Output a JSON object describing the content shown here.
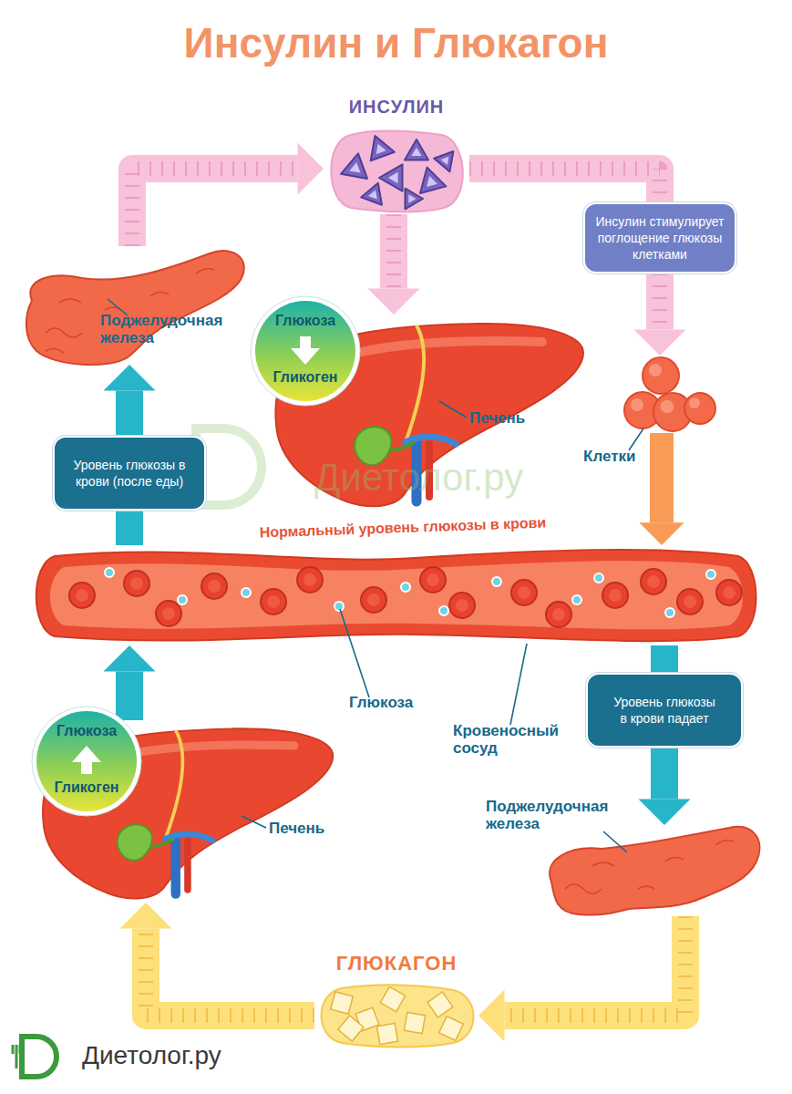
{
  "diagram": {
    "title": "Инсулин и Глюкагон",
    "nodes": [
      {
        "text": [
          "ИНСУЛИН"
        ]
      },
      {
        "text": [
          "Поджелудочная железа"
        ]
      },
      {
        "text": [
          "Печень"
        ]
      },
      {
        "text": [
          "Глюкоза",
          "Гликоген"
        ],
        "in": 2
      },
      {
        "text": [
          "Инсулин стимулирует поглощение глюкозы клетками"
        ]
      },
      {
        "text": [
          "Клетки"
        ]
      },
      {
        "text": [
          "Уровень глюкозы в крови (после еды)"
        ]
      },
      {
        "text": [
          "Нормальный уровень глюкозы в крови",
          "Кровеносный сосуд"
        ]
      },
      {
        "text": [
          "Уровень глюкозы в крови падает"
        ]
      },
      {
        "text": [
          "Печень"
        ]
      },
      {
        "text": [
          "Глюкоза",
          "Гликоген"
        ],
        "in": 9
      },
      {
        "text": [
          "Поджелудочная железа"
        ]
      },
      {
        "text": [
          "ГЛЮКАГОН"
        ]
      }
    ],
    "edges": [
      {
        "from": 1,
        "to": 0,
        "arrow": "to"
      },
      {
        "from": 0,
        "to": 2,
        "arrow": "to"
      },
      {
        "from": 0,
        "to": 4,
        "arrow": "none"
      },
      {
        "from": 4,
        "to": 5,
        "arrow": "to"
      },
      {
        "from": 5,
        "to": 7,
        "arrow": "to"
      },
      {
        "from": 7,
        "to": 8,
        "arrow": "none"
      },
      {
        "from": 8,
        "to": 11,
        "arrow": "to"
      },
      {
        "from": 11,
        "to": 12,
        "arrow": "to"
      },
      {
        "from": 12,
        "to": 9,
        "arrow": "to"
      },
      {
        "from": 9,
        "to": 7,
        "arrow": "to"
      },
      {
        "from": 7,
        "to": 6,
        "arrow": "none"
      },
      {
        "from": 6,
        "to": 1,
        "arrow": "to"
      }
    ],
    "labels": [
      "Глюкоза",
      "Диетолог.ру",
      "Диетолог.ру"
    ]
  }
}
